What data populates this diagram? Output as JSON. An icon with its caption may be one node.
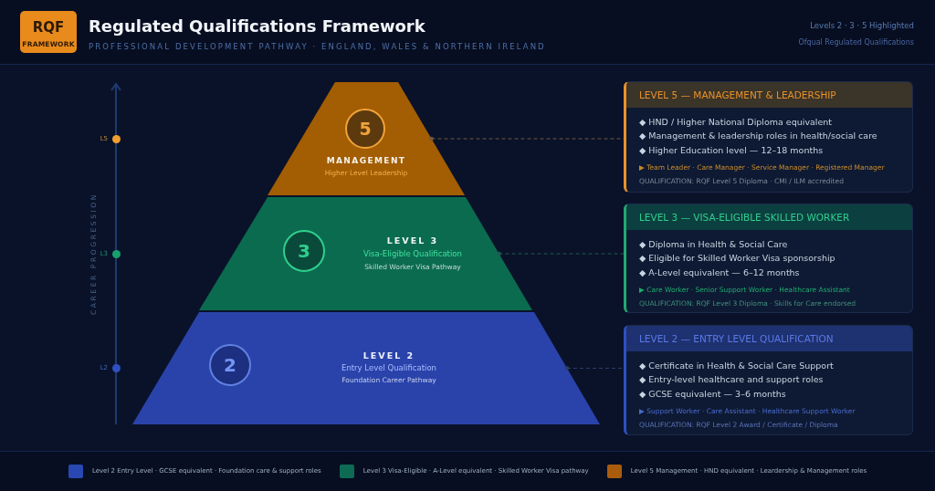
{
  "diagram": {
    "title": "Regulated Qualifications Framework",
    "nodes": [
      {
        "text": [
          "RQF",
          "FRAMEWORK"
        ]
      },
      {
        "text": [
          "MANAGEMENT",
          "Higher Level Leadership"
        ]
      },
      {
        "text": [
          "5"
        ],
        "in": 1
      },
      {
        "text": [
          "LEVEL 3",
          "Visa-Eligible Qualification",
          "Skilled Worker Visa Pathway"
        ]
      },
      {
        "text": [
          "3"
        ],
        "in": 3
      },
      {
        "text": [
          "LEVEL 2",
          "Entry Level Qualification",
          "Foundation Career Pathway"
        ]
      },
      {
        "text": [
          "2"
        ],
        "in": 5
      },
      {
        "text": [
          "LEVEL 5 — MANAGEMENT & LEADERSHIP",
          "◆ HND / Higher National Diploma equivalent",
          "◆ Management & leadership roles in health/social care",
          "◆ Higher Education level — 12–18 months",
          "▶ Team Leader · Care Manager · Service Manager · Registered Manager",
          "QUALIFICATION: RQF Level 5 Diploma · CMI / ILM accredited"
        ]
      },
      {
        "text": [
          "LEVEL 3 — VISA-ELIGIBLE SKILLED WORKER",
          "◆ Diploma in Health & Social Care",
          "◆ Eligible for Skilled Worker Visa sponsorship",
          "◆ A-Level equivalent — 6–12 months",
          "▶ Care Worker · Senior Support Worker · Healthcare Assistant",
          "QUALIFICATION: RQF Level 3 Diploma · Skills for Care endorsed"
        ]
      },
      {
        "text": [
          "LEVEL 2 — ENTRY LEVEL QUALIFICATION",
          "◆ Certificate in Health & Social Care Support",
          "◆ Entry-level healthcare and support roles",
          "◆ GCSE equivalent — 3–6 months",
          "▶ Support Worker · Care Assistant · Healthcare Support Worker",
          "QUALIFICATION: RQF Level 2 Award / Certificate / Diploma"
        ]
      }
    ],
    "edges": [
      {
        "from": 1,
        "to": 7,
        "arrow": "other",
        "style": "dashed",
        "color": "#6e5a3c"
      },
      {
        "from": 3,
        "to": 8,
        "arrow": "other",
        "style": "dashed",
        "color": "#1f5a52"
      },
      {
        "from": 5,
        "to": 9,
        "arrow": "other",
        "style": "dashed",
        "color": "#2b3d66"
      }
    ],
    "labels": [
      "PROFESSIONAL DEVELOPMENT PATHWAY · ENGLAND, WALES & NORTHERN IRELAND",
      "Levels 2 · 3 · 5 Highlighted",
      "Ofqual Regulated Qualifications",
      "L5",
      "L3",
      "L2",
      "CAREER PROGRESSION"
    ],
    "legend": [
      {
        "text": "Level 2 Entry Level · GCSE equivalent · Foundation care & support roles",
        "color": "#2a48b2"
      },
      {
        "text": "Level 3 Visa-Eligible · A-Level equivalent · Skilled Worker Visa pathway",
        "color": "#0c6b52"
      },
      {
        "text": "Level 5 Management · HND equivalent · Leardership & Management roles",
        "color": "#a85c0c"
      }
    ]
  }
}
